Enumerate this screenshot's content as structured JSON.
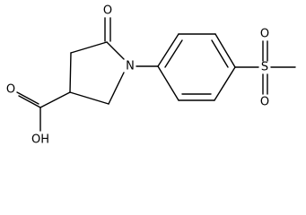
{
  "molecule": {
    "atoms": {
      "carbonyl_oxygen": "O",
      "ring_nitrogen": "N",
      "acid_hydroxyl": "OH",
      "acid_oxygen": "O",
      "sulfur": "S",
      "sulfonyl_oxygen_top": "O",
      "sulfonyl_oxygen_bottom": "O"
    }
  }
}
